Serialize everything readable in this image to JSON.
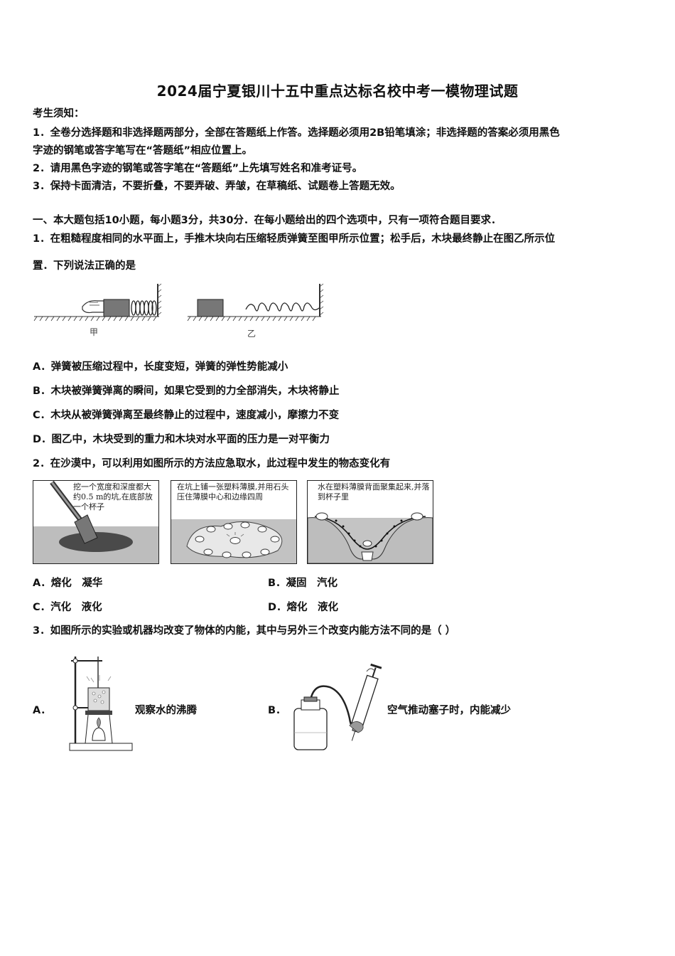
{
  "title": "2024届宁夏银川十五中重点达标名校中考一模物理试题",
  "notice": {
    "heading": "考生须知：",
    "items": [
      "1．全卷分选择题和非选择题两部分，全部在答题纸上作答。选择题必须用2B铅笔填涂；非选择题的答案必须用黑色",
      "字迹的钢笔或答字笔写在“答题纸”相应位置上。",
      "2．请用黑色字迹的钢笔或答字笔在“答题纸”上先填写姓名和准考证号。",
      "3．保持卡面清洁，不要折叠，不要弄破、弄皱，在草稿纸、试题卷上答题无效。"
    ]
  },
  "section1": "一、本大题包括10小题，每小题3分，共30分．在每小题给出的四个选项中，只有一项符合题目要求．",
  "q1": {
    "stem_line1": "1．在粗糙程度相同的水平面上，手推木块向右压缩轻质弹簧至图甲所示位置；松手后，木块最终静止在图乙所示位",
    "stem_line2": "置．下列说法正确的是",
    "fig_label_a": "甲",
    "fig_label_b": "乙",
    "options": [
      "A．弹簧被压缩过程中，长度变短，弹簧的弹性势能减小",
      "B．木块被弹簧弹离的瞬间，如果它受到的力全部消失，木块将静止",
      "C．木块从被弹簧弹离至最终静止的过程中，速度减小，摩擦力不变",
      "D．图乙中，木块受到的重力和木块对水平面的压力是一对平衡力"
    ]
  },
  "q2": {
    "stem": "2．在沙漠中，可以利用如图所示的方法应急取水，此过程中发生的物态变化有",
    "panels": [
      "挖一个宽度和深度都大约0.5 m的坑,在底部放一个杯子",
      "在坑上铺一张塑料薄膜,并用石头压住薄膜中心和边缘四周",
      "水在塑料薄膜背面聚集起来,并落到杯子里"
    ],
    "options": {
      "A": "A．熔化　凝华",
      "B": "B．凝固　汽化",
      "C": "C．汽化　液化",
      "D": "D．熔化　液化"
    }
  },
  "q3": {
    "stem": "3．如图所示的实验或机器均改变了物体的内能，其中与另外三个改变内能方法不同的是（ ）",
    "optA_letter": "A．",
    "optA_text": "观察水的沸腾",
    "optB_letter": "B．",
    "optB_text": "空气推动塞子时，内能减少"
  }
}
